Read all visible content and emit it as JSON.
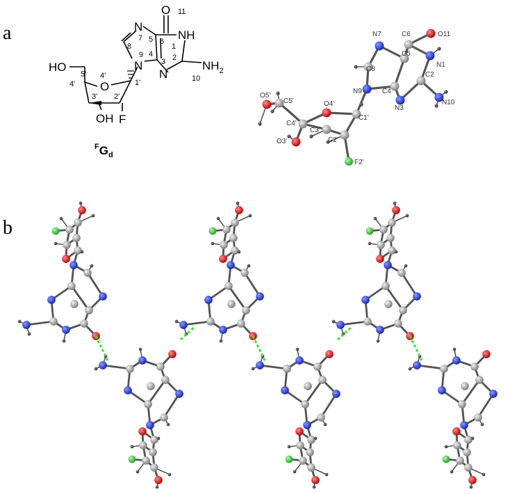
{
  "panels": {
    "a": {
      "letter": "a"
    },
    "b": {
      "letter": "b"
    }
  },
  "structure": {
    "compound_label_sup": "F",
    "compound_label_main": "G",
    "compound_label_sub": "d",
    "atoms": {
      "O": "O",
      "NH": "NH",
      "N": "N",
      "NH2_N": "NH",
      "NH2_sub": "2",
      "HO": "HO",
      "OH": "OH",
      "F": "F",
      "O_ring": "O"
    },
    "numbers": {
      "n11": "11",
      "n6": "6",
      "n1": "1",
      "n2": "2",
      "n3": "3",
      "n4": "4",
      "n5": "5",
      "n7": "7",
      "n8": "8",
      "n9": "9",
      "n10": "10",
      "n5p": "5'",
      "n4p": "4'",
      "n4p_ring": "4'",
      "n3p": "3'",
      "n2p": "2'",
      "n1p": "1'"
    }
  },
  "ortep_labels": {
    "C6": "C6",
    "O11": "O11",
    "N7": "N7",
    "N1": "N1",
    "C5": "C5",
    "C2": "C2",
    "C8": "C8",
    "N9": "N9",
    "C4": "C4",
    "N3": "N3",
    "N10": "N10",
    "O5p": "O5'",
    "C5p": "C5'",
    "O4p": "O4'",
    "C1p": "C1'",
    "C4p": "C4'",
    "C3p": "C3'",
    "O3p": "O3'",
    "C2p": "C2'",
    "F2p": "F2'"
  },
  "colors": {
    "carbon": "#9a9a9a",
    "nitrogen": "#2233dd",
    "oxygen": "#e01818",
    "fluorine": "#33cc33",
    "hydrogen": "#444444",
    "hbond": "#44dd44",
    "bond": "#555555"
  }
}
